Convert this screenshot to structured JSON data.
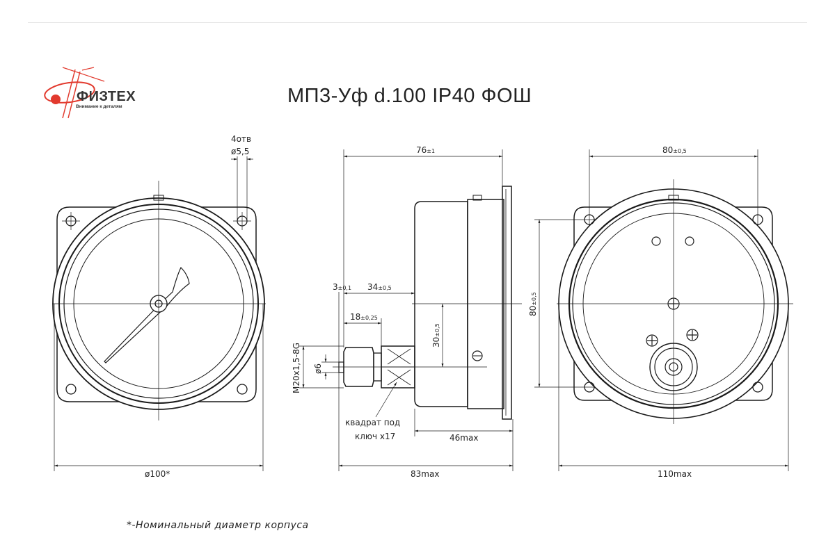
{
  "logo": {
    "name": "ФИЗТЕХ",
    "tagline": "Внимание к деталям"
  },
  "title": "МП3-Уф d.100 IP40 ФОШ",
  "front_view": {
    "holes_label": "4отв",
    "holes_diameter": "ø5,5",
    "diameter_dim": "ø100*"
  },
  "side_view": {
    "length_dim": "76",
    "length_tol": "±1",
    "total_dim": "83max",
    "depth_dim": "46max",
    "offset_dim": "34",
    "offset_tol": "±0,5",
    "thread_len_dim": "18",
    "thread_len_tol": "±0,25",
    "axis_offset_dim": "30",
    "axis_offset_tol": "±0,5",
    "gap_dim": "3",
    "gap_tol": "±0,1",
    "thread_label": "M20x1,5-8G",
    "nipple_diameter": "ø6",
    "wrench_line1": "квадрат под",
    "wrench_line2": "ключ x17"
  },
  "back_view": {
    "hole_spacing_h": "80",
    "hole_spacing_h_tol": "±0,5",
    "hole_spacing_v": "80",
    "hole_spacing_v_tol": "±0,5",
    "width_dim": "110max"
  },
  "footnote": "*-Номинальный диаметр корпуса",
  "colors": {
    "line": "#1a1a1a",
    "logo_red": "#e23a2e"
  }
}
